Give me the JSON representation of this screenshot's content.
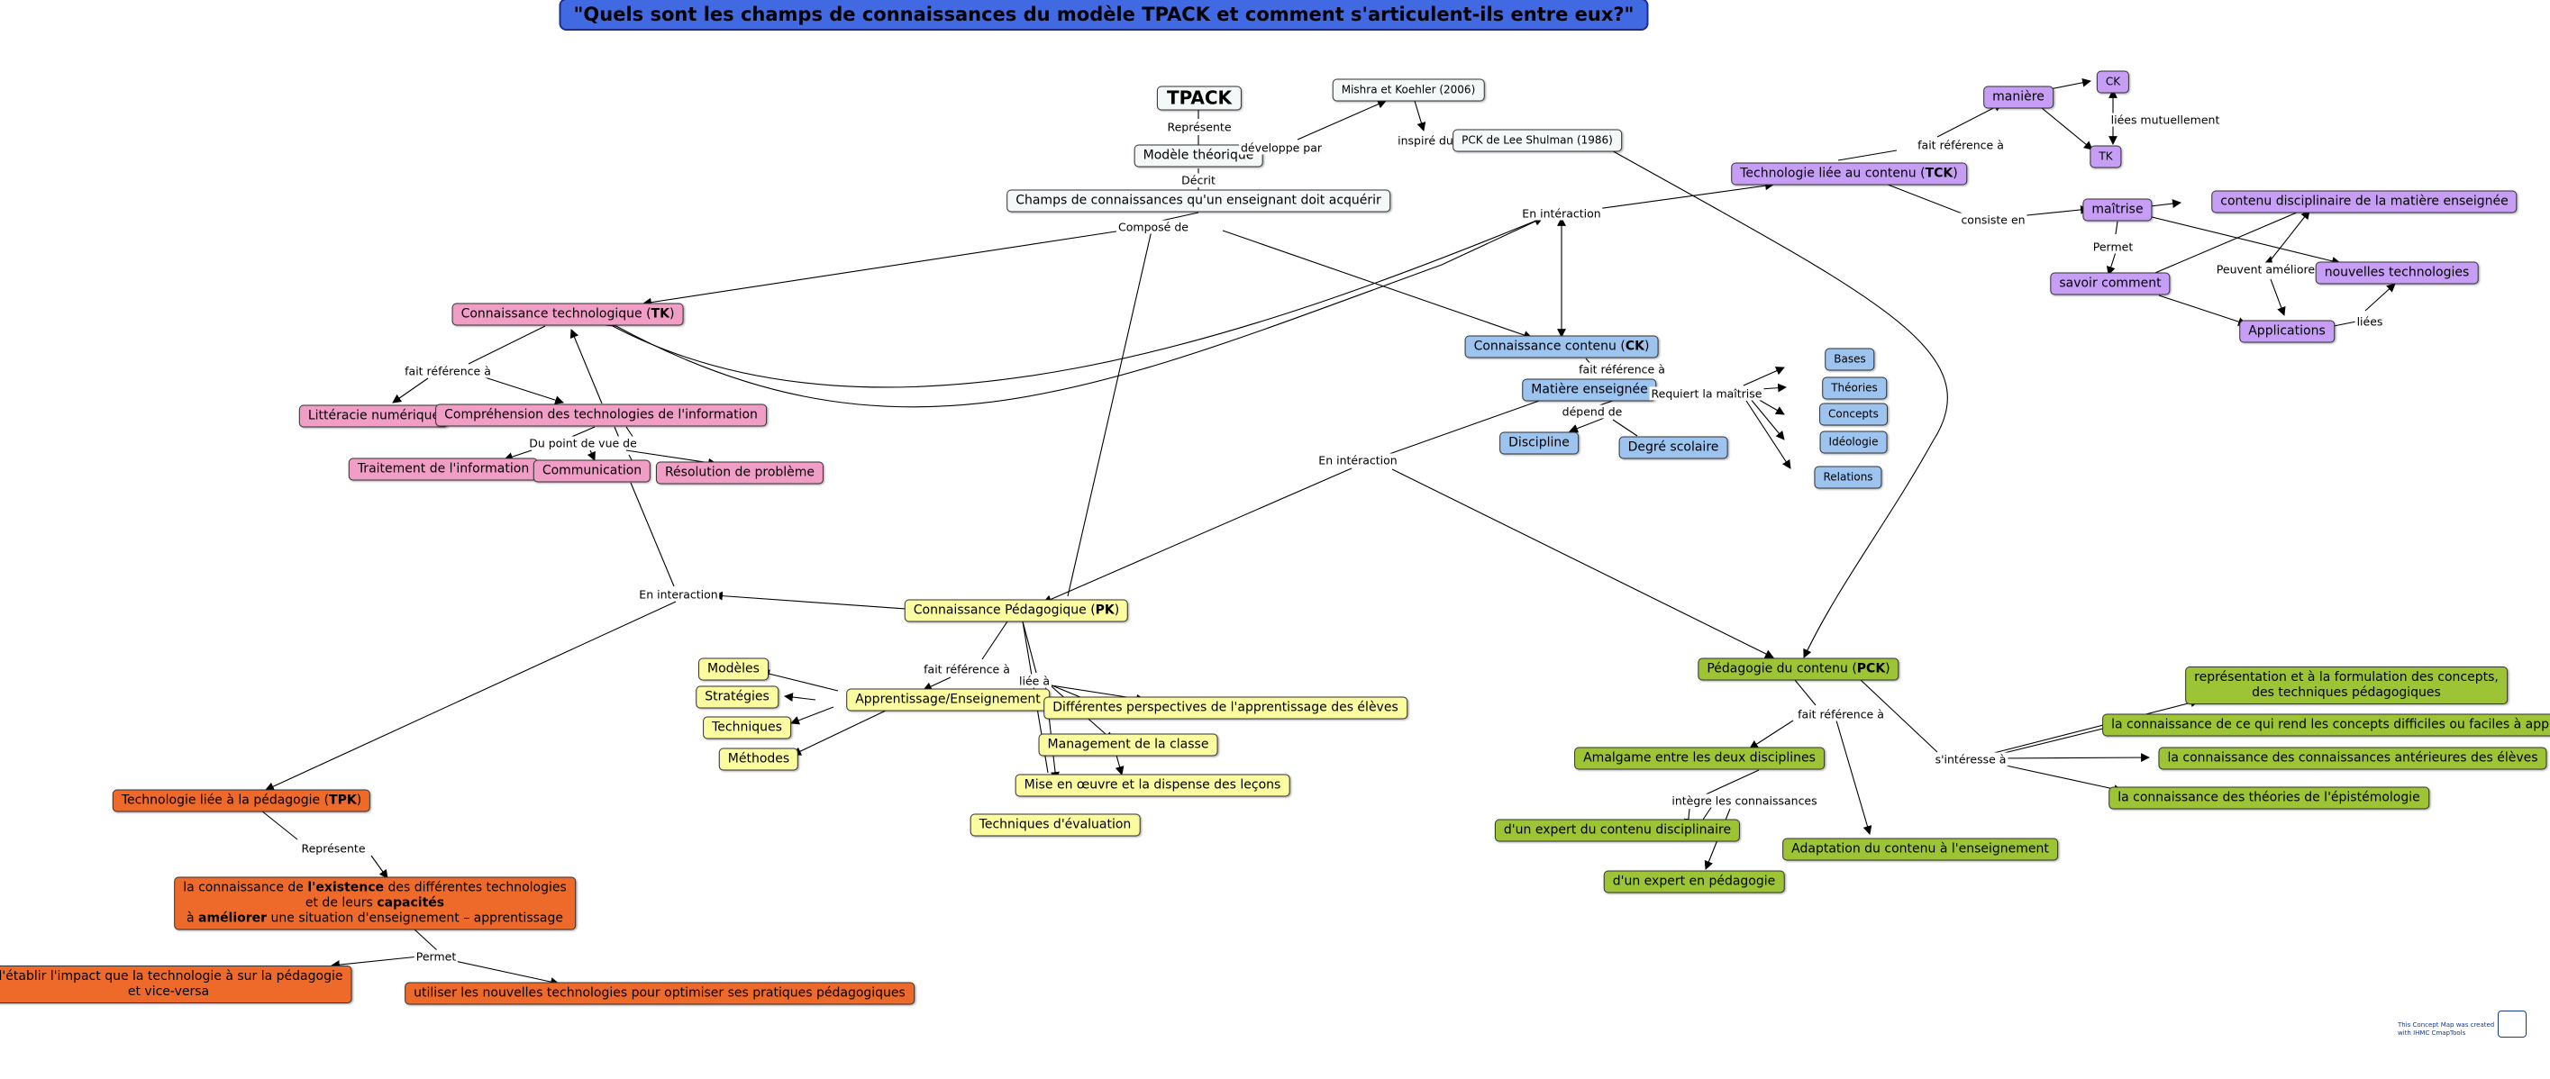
{
  "title": "\"Quels sont les champs de connaissances du modèle TPACK et comment s'articulent-ils entre eux?\"",
  "nodes": {
    "tpack": "TPACK",
    "modele": "Modèle théorique",
    "mishra": "Mishra et Koehler (2006)",
    "pck_shulman": "PCK de Lee Shulman (1986)",
    "champs": "Champs de connaissances qu'un enseignant doit acquérir",
    "tk_pre": "Connaissance technologique (",
    "tk_bold": "TK",
    "tk_post": ")",
    "litteracie": "Littéracie numérique",
    "comprehension": "Compréhension des technologies de l'information",
    "traitement": "Traitement de l'information",
    "communication": "Communication",
    "resolution": "Résolution de problème",
    "ck_pre": "Connaissance contenu (",
    "ck_bold": "CK",
    "ck_post": ")",
    "matiere": "Matière enseignée",
    "bases": "Bases",
    "theories": "Théories",
    "concepts": "Concepts",
    "ideologie": "Idéologie",
    "relations": "Relations",
    "discipline": "Discipline",
    "degre": "Degré scolaire",
    "tck_pre": "Technologie liée au contenu (",
    "tck_bold": "TCK",
    "tck_post": ")",
    "maniere": "manière",
    "ck_small": "CK",
    "tk_small": "TK",
    "maitrise": "maîtrise",
    "contenu_disc": "contenu disciplinaire de la matière enseignée",
    "savoir": "savoir comment",
    "nouvelles": "nouvelles technologies",
    "applications": "Applications",
    "pk_pre": "Connaissance Pédagogique (",
    "pk_bold": "PK",
    "pk_post": ")",
    "apprentissage": "Apprentissage/Enseignement",
    "modeles": "Modèles",
    "strategies": "Stratégies",
    "techniques": "Techniques",
    "methodes": "Méthodes",
    "perspectives": "Différentes perspectives de l'apprentissage des élèves",
    "management": "Management de la classe",
    "mise": "Mise en œuvre et la dispense des leçons",
    "evaluation": "Techniques d'évaluation",
    "pck_pre": "Pédagogie du contenu (",
    "pck_bold": "PCK",
    "pck_post": ")",
    "amalgame": "Amalgame entre les deux disciplines",
    "expert_contenu": "d'un expert du contenu disciplinaire",
    "expert_peda": "d'un expert en pédagogie",
    "adaptation": "Adaptation du contenu à l'enseignement",
    "representation_1": "représentation et à la formulation des concepts,",
    "representation_2": "des techniques pédagogiques",
    "connaissance_difficiles": "la connaissance de ce qui rend les concepts difficiles ou faciles à apprendre",
    "connaissance_anterieures": "la connaissance des connaissances antérieures des élèves",
    "connaissance_theories": "la connaissance des théories de l'épistémologie",
    "tpk_pre": "Technologie liée à la pédagogie (",
    "tpk_bold": "TPK",
    "tpk_post": ")",
    "existence_1a": "la connaissance de ",
    "existence_1b": "l'existence",
    "existence_1c": " des différentes technologies",
    "existence_2a": "et de leurs ",
    "existence_2b": "capacités",
    "existence_3a": "à ",
    "existence_3b": "améliorer",
    "existence_3c": " une situation d'enseignement – apprentissage",
    "etablir_1": "d'établir l'impact que la technologie à sur la pédagogie",
    "etablir_2": "et vice-versa",
    "utiliser": "utiliser les nouvelles technologies pour optimiser ses pratiques pédagogiques"
  },
  "labels": {
    "represente": "Représente",
    "developpe": "développe par",
    "inspire": "inspiré du",
    "decrit": "Décrit",
    "compose": "Composé de",
    "en_interaction_top": "En intéraction",
    "fait_ref_tk": "fait référence à",
    "du_point": "Du point de vue de",
    "fait_ref_ck": "fait référence à",
    "requiert": "Requiert la maîtrise",
    "depend": "dépend de",
    "en_interaction_mid": "En intéraction",
    "fait_ref_tck": "fait référence à",
    "liees": "liées mutuellement",
    "consiste": "consiste en",
    "permet_tck": "Permet",
    "peuvent": "Peuvent améliorer",
    "liees_app": "liées",
    "en_interaction_left": "En interaction",
    "fait_ref_pk": "fait référence à",
    "liee_a": "liée à",
    "fait_ref_pck": "fait référence à",
    "integre": "intègre les connaissances",
    "interesse": "s'intéresse à",
    "represente_tpk": "Représente",
    "permet_tpk": "Permet"
  },
  "watermark": "This Concept Map was created with IHMC CmapTools",
  "colors": {
    "title": "#4169e1",
    "tk": "#f09ec6",
    "ck": "#9dc3ef",
    "tck": "#c79ef5",
    "pk": "#fbfba0",
    "pck": "#9cc434",
    "tpk": "#ee6a2a",
    "neutral": "#f4f8f8"
  }
}
